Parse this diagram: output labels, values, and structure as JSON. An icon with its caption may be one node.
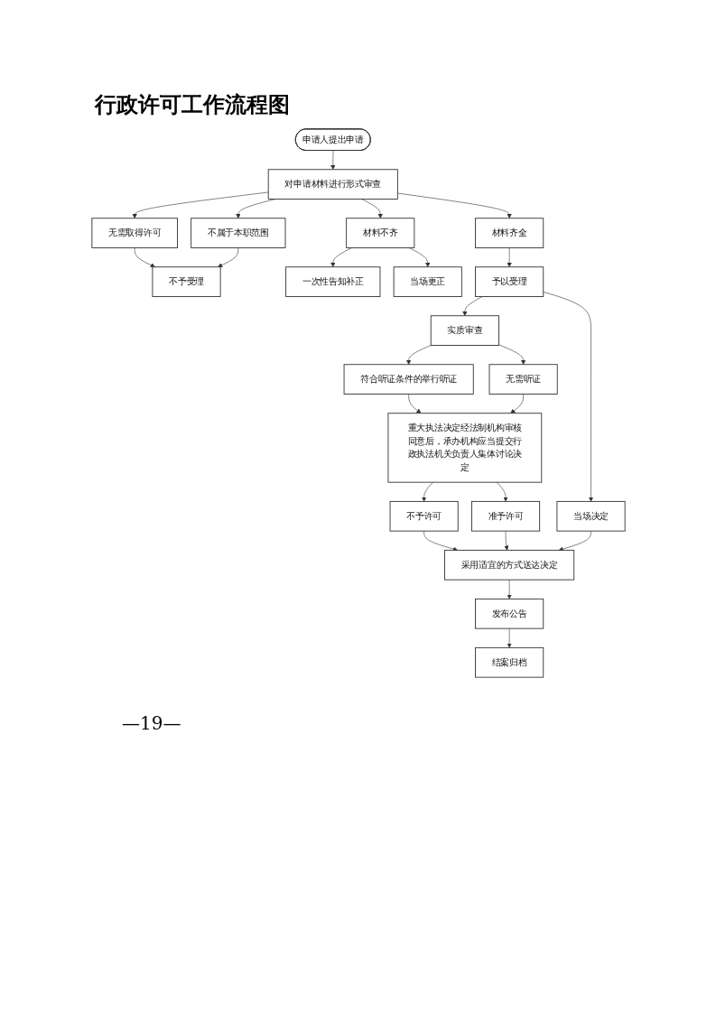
{
  "diagram": {
    "title": "行政许可工作流程图",
    "nodes": [
      {
        "text": [
          "申请人提出申请"
        ]
      },
      {
        "text": [
          "对申请材料进行形式审查"
        ]
      },
      {
        "text": [
          "无需取得许可"
        ]
      },
      {
        "text": [
          "不属于本职范围"
        ]
      },
      {
        "text": [
          "材料不齐"
        ]
      },
      {
        "text": [
          "材料齐全"
        ]
      },
      {
        "text": [
          "不予受理"
        ]
      },
      {
        "text": [
          "一次性告知补正"
        ]
      },
      {
        "text": [
          "当场更正"
        ]
      },
      {
        "text": [
          "予以受理"
        ]
      },
      {
        "text": [
          "实质审查"
        ]
      },
      {
        "text": [
          "当场决定"
        ]
      },
      {
        "text": [
          "符合听证条件的举行听证"
        ]
      },
      {
        "text": [
          "无需听证"
        ]
      },
      {
        "text": [
          "重大执法决定经法制机构审核同意后，承办机构应当提交行政执法机关负责人集体讨论决定"
        ]
      },
      {
        "text": [
          "不予许可"
        ]
      },
      {
        "text": [
          "准予许可"
        ]
      },
      {
        "text": [
          "采用适宜的方式送达决定"
        ]
      },
      {
        "text": [
          "发布公告"
        ]
      },
      {
        "text": [
          "结案归档"
        ]
      }
    ],
    "edges": [
      {
        "from": 0,
        "to": 1,
        "arrow": "to"
      },
      {
        "from": 1,
        "to": 2,
        "arrow": "to"
      },
      {
        "from": 1,
        "to": 3,
        "arrow": "to"
      },
      {
        "from": 1,
        "to": 4,
        "arrow": "to"
      },
      {
        "from": 1,
        "to": 5,
        "arrow": "to"
      },
      {
        "from": 2,
        "to": 6,
        "arrow": "to"
      },
      {
        "from": 3,
        "to": 6,
        "arrow": "to"
      },
      {
        "from": 4,
        "to": 7,
        "arrow": "to"
      },
      {
        "from": 4,
        "to": 8,
        "arrow": "to"
      },
      {
        "from": 5,
        "to": 9,
        "arrow": "to"
      },
      {
        "from": 9,
        "to": 10,
        "arrow": "to"
      },
      {
        "from": 9,
        "to": 11,
        "arrow": "to"
      },
      {
        "from": 10,
        "to": 12,
        "arrow": "to"
      },
      {
        "from": 10,
        "to": 13,
        "arrow": "to"
      },
      {
        "from": 12,
        "to": 14,
        "arrow": "to"
      },
      {
        "from": 13,
        "to": 14,
        "arrow": "to"
      },
      {
        "from": 14,
        "to": 15,
        "arrow": "to"
      },
      {
        "from": 14,
        "to": 16,
        "arrow": "to"
      },
      {
        "from": 15,
        "to": 17,
        "arrow": "to"
      },
      {
        "from": 16,
        "to": 17,
        "arrow": "to"
      },
      {
        "from": 11,
        "to": 17,
        "arrow": "to"
      },
      {
        "from": 17,
        "to": 18,
        "arrow": "to"
      },
      {
        "from": 18,
        "to": 19,
        "arrow": "to"
      }
    ],
    "labels": [
      "—19—"
    ]
  }
}
